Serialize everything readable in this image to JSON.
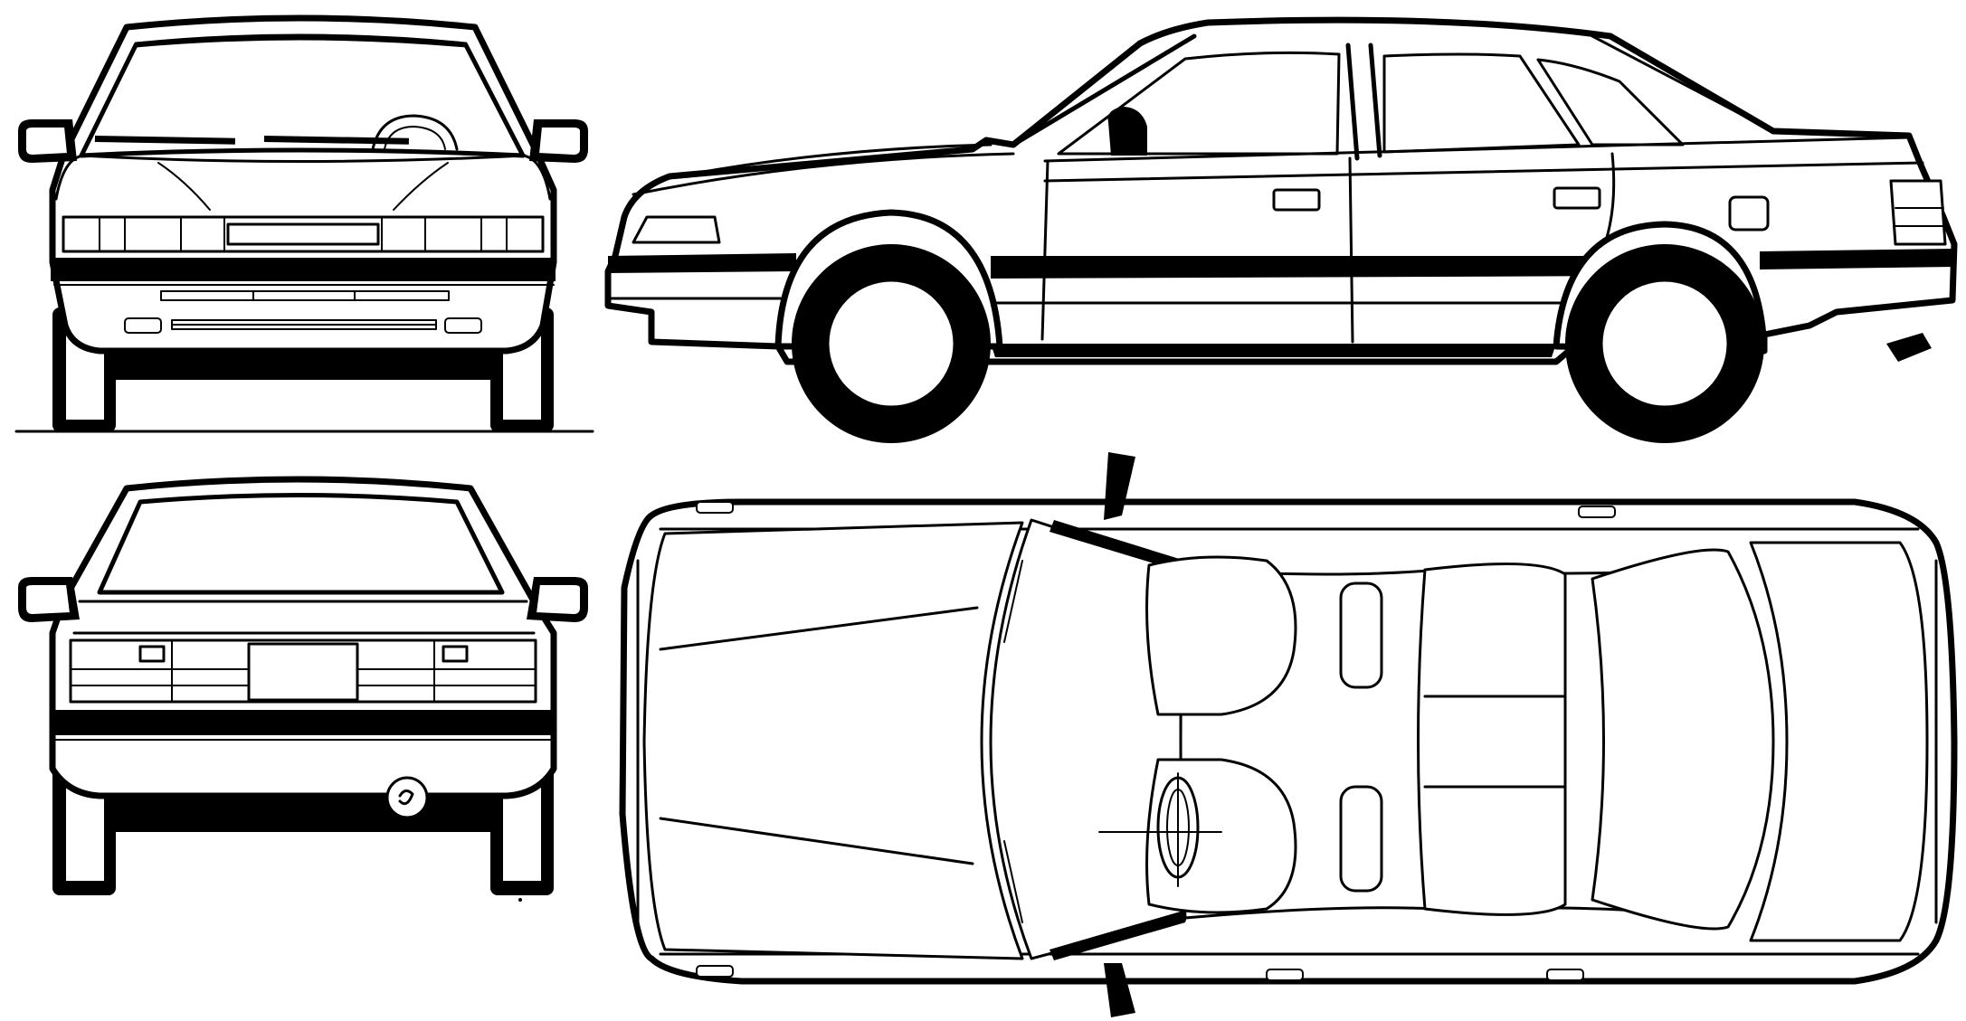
{
  "views": [
    {
      "id": "front",
      "label": ""
    },
    {
      "id": "side",
      "label": ""
    },
    {
      "id": "rear",
      "label": ""
    },
    {
      "id": "top",
      "label": ""
    }
  ],
  "colors": {
    "line": "#000000",
    "background": "#ffffff"
  }
}
